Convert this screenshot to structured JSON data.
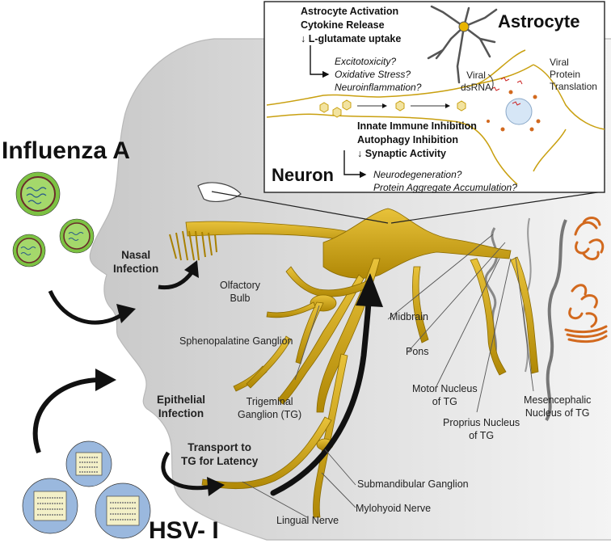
{
  "pathogens": {
    "influenza": "Influenza A",
    "hsv": "HSV- I"
  },
  "routes": {
    "nasal": [
      "Nasal",
      "Infection"
    ],
    "epithelial": [
      "Epithelial",
      "Infection"
    ],
    "transport": [
      "Transport to",
      "TG for Latency"
    ]
  },
  "anatomy": {
    "olfactory_bulb": [
      "Olfactory",
      "Bulb"
    ],
    "sphenopalatine": "Sphenopalatine Ganglion",
    "trigeminal": [
      "Trigeminal",
      "Ganglion (TG)"
    ],
    "midbrain": "Midbrain",
    "pons": "Pons",
    "motor_nucleus": [
      "Motor Nucleus",
      "of TG"
    ],
    "proprius_nucleus": [
      "Proprius Nucleus",
      "of TG"
    ],
    "mesencephalic_nucleus": [
      "Mesencephalic",
      "Nucleus of TG"
    ],
    "submandibular": "Submandibular Ganglion",
    "mylohyoid": "Mylohyoid Nerve",
    "lingual": "Lingual Nerve"
  },
  "inset": {
    "astrocyte_title": "Astrocyte",
    "neuron_title": "Neuron",
    "astrocyte_effects": [
      "Astrocyte Activation",
      "Cytokine Release",
      "↓ L-glutamate uptake"
    ],
    "astrocyte_outcomes": [
      "Excitotoxicity?",
      "Oxidative Stress?",
      "Neuroinflammation?"
    ],
    "viral_dsrna": [
      "Viral",
      "dsRNA"
    ],
    "viral_translation": [
      "Viral",
      "Protein",
      "Translation"
    ],
    "neuron_effects": [
      "Innate Immune Inhibition",
      "Autophagy Inhibition",
      "↓ Synaptic Activity"
    ],
    "neuron_outcomes": [
      "Neurodegeneration?",
      "Protein Aggregate Accumulation?"
    ]
  },
  "colors": {
    "nerve": "#c9a010",
    "nerve_dark": "#8a6a00",
    "face": "#d6d6d6",
    "virus_green": "#7cc242",
    "virus_blue": "#9ab8de",
    "lobule": "#d2691e"
  }
}
